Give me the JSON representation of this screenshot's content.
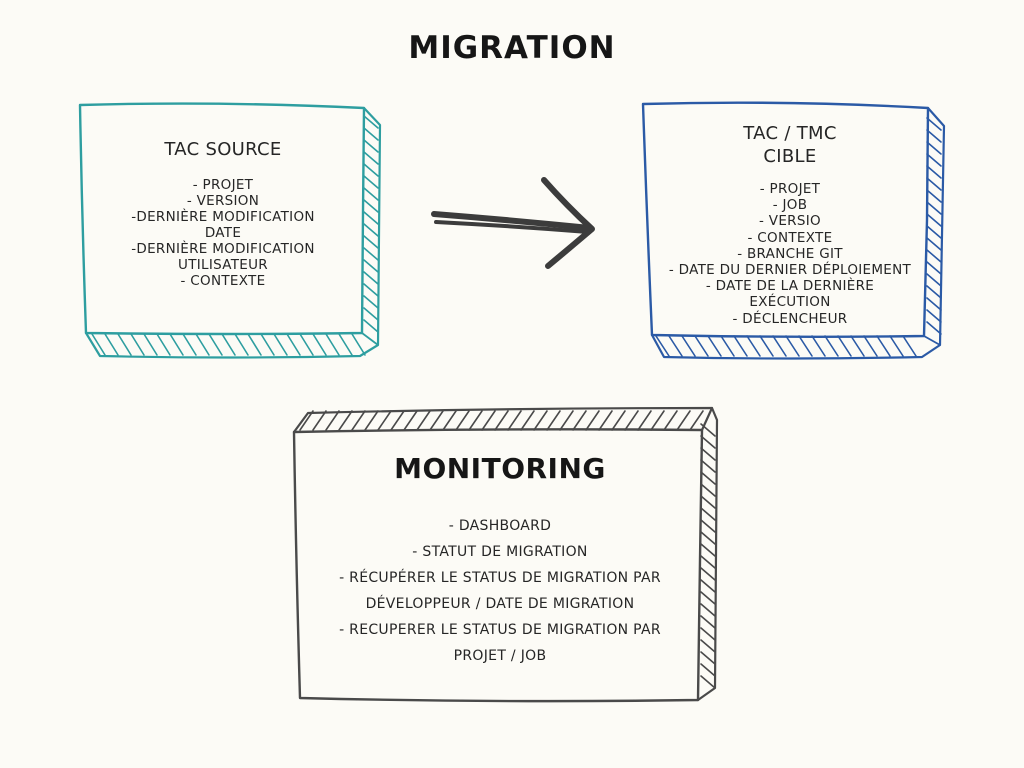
{
  "title": "MIGRATION",
  "source": {
    "title": "TAC SOURCE",
    "items": [
      "- PROJET",
      "- VERSION",
      "-DERNIÈRE MODIFICATION",
      "DATE",
      "-DERNIÈRE MODIFICATION",
      "UTILISATEUR",
      "- CONTEXTE"
    ]
  },
  "target": {
    "title_line1": "TAC / TMC",
    "title_line2": "CIBLE",
    "items": [
      "- PROJET",
      "- JOB",
      "- VERSIO",
      "- CONTEXTE",
      "- BRANCHE GIT",
      "- DATE DU DERNIER DÉPLOIEMENT",
      "- DATE DE LA DERNIÈRE",
      "EXÉCUTION",
      "- DÉCLENCHEUR"
    ]
  },
  "monitoring": {
    "title": "MONITORING",
    "items": [
      "- DASHBOARD",
      "- STATUT DE MIGRATION",
      "- RÉCUPÉRER LE STATUS DE MIGRATION PAR",
      "DÉVELOPPEUR / DATE DE MIGRATION",
      "- RECUPERER LE STATUS DE MIGRATION PAR",
      "PROJET / JOB"
    ]
  },
  "colors": {
    "source_stroke": "#2e9ea0",
    "target_stroke": "#2b5aa6",
    "monitoring_stroke": "#4a4a4a",
    "arrow": "#3c3c3c",
    "text": "#262626",
    "background": "#fcfbf6"
  }
}
